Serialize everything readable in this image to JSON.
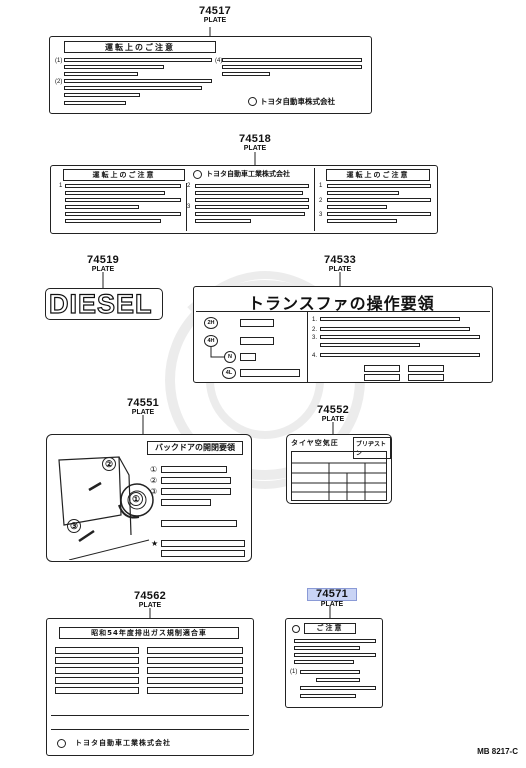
{
  "parts": [
    {
      "number": "74517",
      "name": "PLATE"
    },
    {
      "number": "74518",
      "name": "PLATE"
    },
    {
      "number": "74519",
      "name": "PLATE"
    },
    {
      "number": "74533",
      "name": "PLATE"
    },
    {
      "number": "74551",
      "name": "PLATE"
    },
    {
      "number": "74552",
      "name": "PLATE"
    },
    {
      "number": "74562",
      "name": "PLATE"
    },
    {
      "number": "74571",
      "name": "PLATE",
      "highlighted": true
    }
  ],
  "plate_74517": {
    "title": "運転上のご注意",
    "maker": "トヨタ自動車株式会社"
  },
  "plate_74518": {
    "title_left": "運転上のご注意",
    "maker": "トヨタ自動車工業株式会社",
    "title_right": "運転上のご注意"
  },
  "plate_74519": {
    "text": "DIESEL"
  },
  "plate_74533": {
    "title": "トランスファの操作要領",
    "positions": [
      "2H",
      "4H",
      "N",
      "4L"
    ],
    "steps": [
      "1.",
      "2.",
      "3.",
      "4."
    ]
  },
  "plate_74551": {
    "title": "バックドアの開閉要領",
    "steps": [
      "①",
      "②",
      "③"
    ],
    "figure_steps": [
      "②",
      "①",
      "③"
    ]
  },
  "plate_74552": {
    "title": "タイヤ空気圧",
    "brand": "ブリヂストン"
  },
  "plate_74562": {
    "title": "昭和54年度排出ガス規制適合車",
    "maker": "トヨタ自動車工業株式会社"
  },
  "plate_74571": {
    "title": "ご注意"
  },
  "diagram_code": "MB 8217-C",
  "icons": {
    "maker_logo": "toyota-logo-icon"
  }
}
